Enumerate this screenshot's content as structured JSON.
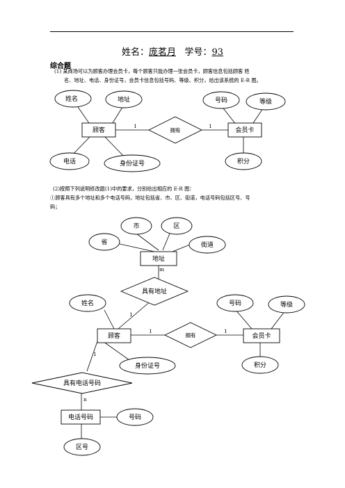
{
  "header": {
    "name_label": "姓名：",
    "name_value": "庞茗月",
    "id_label": "学号：",
    "id_value": "93"
  },
  "section_title": "综合题",
  "question1": {
    "line1": "(1) 某商场可以为顾客办理会员卡，每个顾客只能办理一张会员卡，顾客信息包括顾客 姓",
    "line2": "名、地址、电话、身份证号，会员卡信息包括号码、等级、积分，给出该系统的 E-R 图。"
  },
  "question2": {
    "line1": "(2)按照下列说明修改题(1)中的要求，分别给出相应的 E-R 图：",
    "line2": "①顾客具有多个地址和多个电话号码，地址包括省、市、区、街道，电话号码包括区号、号",
    "line3": "码；"
  },
  "diagram1": {
    "entities": {
      "customer": "顾客",
      "card": "会员卡"
    },
    "relationship": "拥有",
    "attributes": {
      "name": "姓名",
      "address": "地址",
      "phone": "电话",
      "id_card": "身份证号",
      "number": "号码",
      "level": "等级",
      "points": "积分"
    },
    "cardinality": {
      "customer_side": "1",
      "card_side": "1"
    }
  },
  "diagram2": {
    "entities": {
      "address": "地址",
      "customer": "顾客",
      "card": "会员卡",
      "phone_number": "电话号码"
    },
    "relationships": {
      "has_address": "具有地址",
      "owns": "拥有",
      "has_phone": "具有电话号码"
    },
    "attributes": {
      "city": "市",
      "district": "区",
      "province": "省",
      "street": "街道",
      "name": "姓名",
      "id_card": "身份证号",
      "number": "号码",
      "level": "等级",
      "points": "积分",
      "phone_num": "号码",
      "area_code": "区号"
    },
    "cardinality": {
      "address_m": "m",
      "customer_addr": "1",
      "customer_owns": "1",
      "card_owns": "1",
      "customer_phone": "1",
      "phone_n": "n"
    }
  }
}
